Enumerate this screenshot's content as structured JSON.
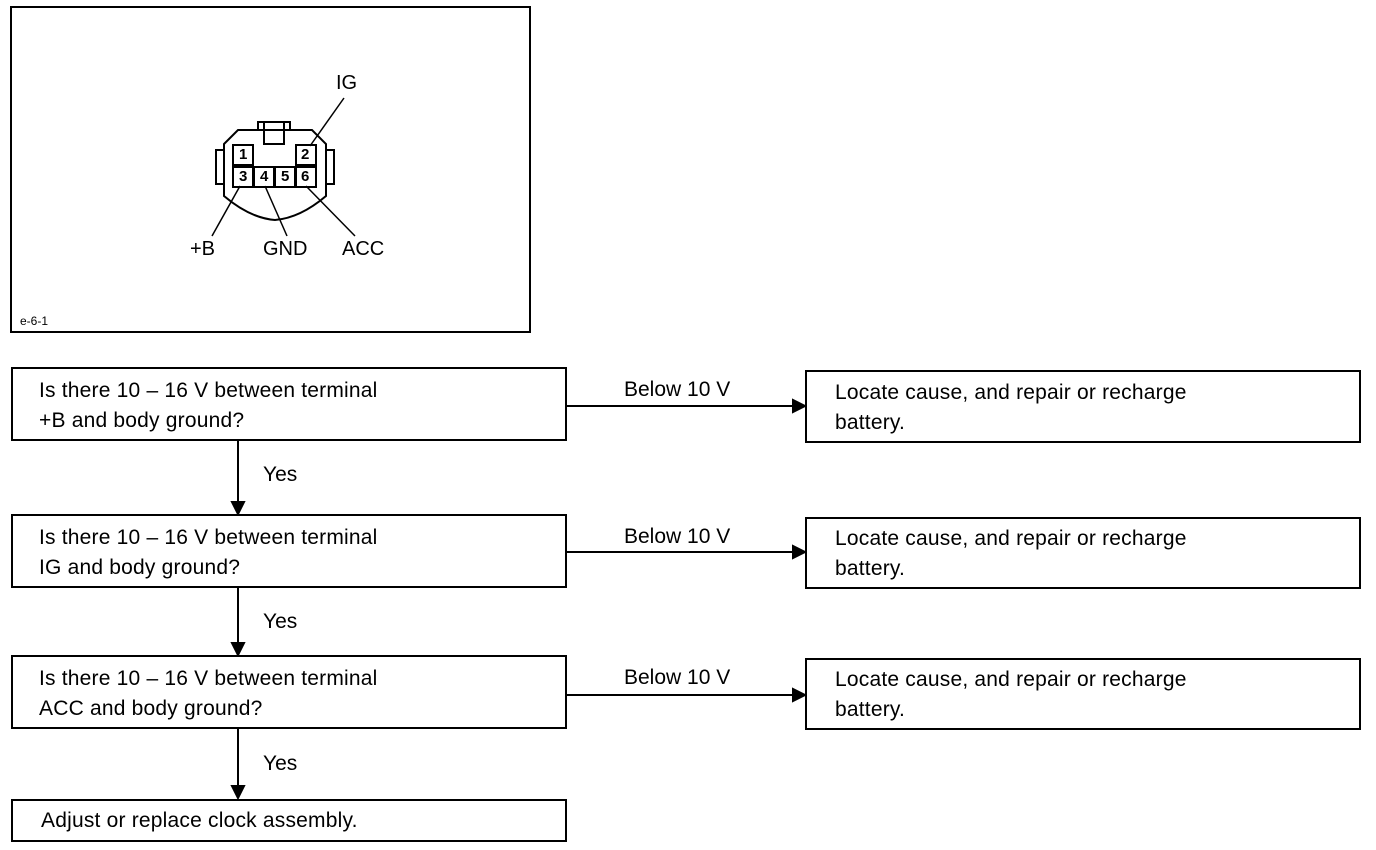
{
  "figure": {
    "id_label": "e-6-1",
    "pin_labels": {
      "ig": "IG",
      "b": "+B",
      "gnd": "GND",
      "acc": "ACC"
    },
    "pins": [
      "1",
      "2",
      "3",
      "4",
      "5",
      "6"
    ]
  },
  "steps": [
    {
      "line1": "Is there 10 – 16 V between terminal",
      "line2": "+B and body ground?"
    },
    {
      "line1": "Is there 10 – 16 V between terminal",
      "line2": "IG and body ground?"
    },
    {
      "line1": "Is there 10 – 16 V between terminal",
      "line2": "ACC and body ground?"
    }
  ],
  "fail_branch": {
    "label": "Below 10 V",
    "action_line1": "Locate cause, and repair or recharge",
    "action_line2": "battery."
  },
  "pass_label": "Yes",
  "final_action": "Adjust or replace clock assembly."
}
